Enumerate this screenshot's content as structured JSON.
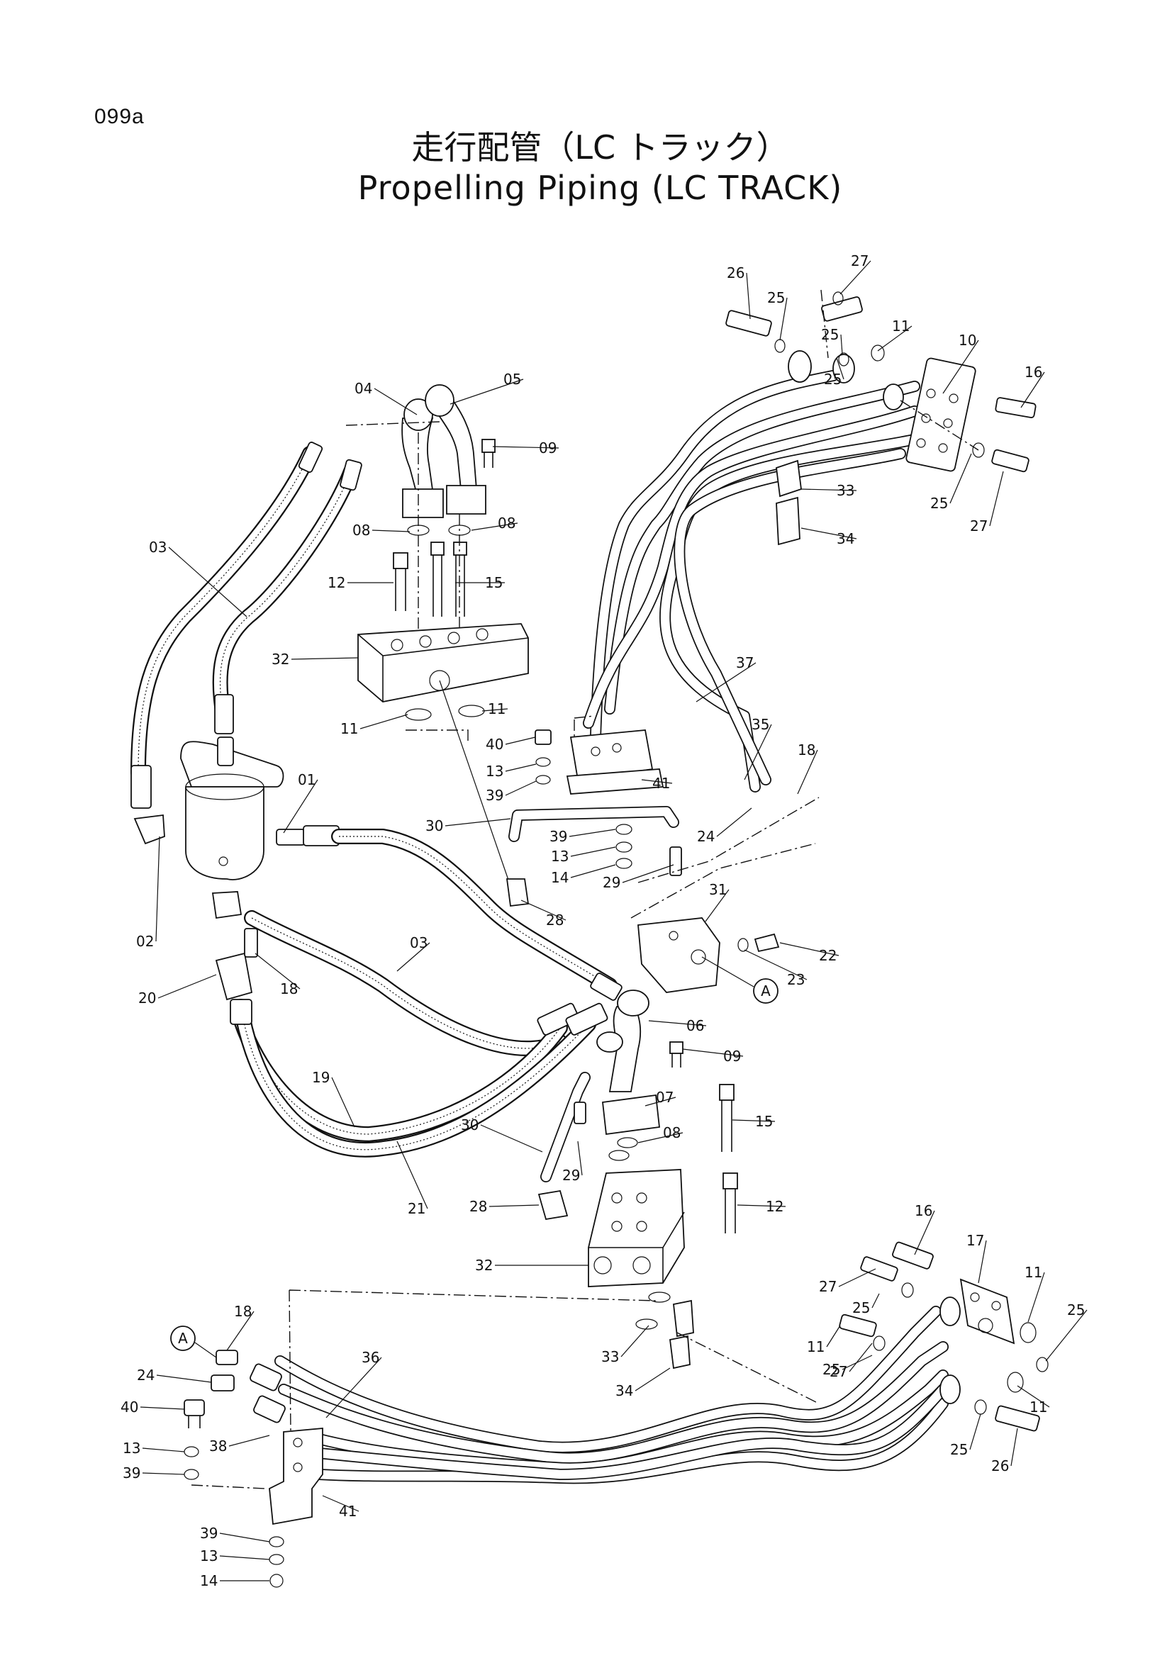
{
  "page_code": "099a",
  "title_ja": "走行配管（LC トラック）",
  "title_en": "Propelling Piping (LC TRACK)",
  "reference_marker": "A",
  "callouts": [
    {
      "label": "26"
    },
    {
      "label": "25"
    },
    {
      "label": "27"
    },
    {
      "label": "25"
    },
    {
      "label": "25"
    },
    {
      "label": "11"
    },
    {
      "label": "10"
    },
    {
      "label": "16"
    },
    {
      "label": "04"
    },
    {
      "label": "05"
    },
    {
      "label": "09"
    },
    {
      "label": "08"
    },
    {
      "label": "08"
    },
    {
      "label": "03"
    },
    {
      "label": "12"
    },
    {
      "label": "15"
    },
    {
      "label": "33"
    },
    {
      "label": "34"
    },
    {
      "label": "25"
    },
    {
      "label": "27"
    },
    {
      "label": "32"
    },
    {
      "label": "11"
    },
    {
      "label": "11"
    },
    {
      "label": "37"
    },
    {
      "label": "40"
    },
    {
      "label": "13"
    },
    {
      "label": "39"
    },
    {
      "label": "41"
    },
    {
      "label": "35"
    },
    {
      "label": "18"
    },
    {
      "label": "01"
    },
    {
      "label": "30"
    },
    {
      "label": "39"
    },
    {
      "label": "13"
    },
    {
      "label": "14"
    },
    {
      "label": "29"
    },
    {
      "label": "24"
    },
    {
      "label": "02"
    },
    {
      "label": "03"
    },
    {
      "label": "28"
    },
    {
      "label": "31"
    },
    {
      "label": "22"
    },
    {
      "label": "23"
    },
    {
      "label": "20"
    },
    {
      "label": "18"
    },
    {
      "label": "06"
    },
    {
      "label": "09"
    },
    {
      "label": "19"
    },
    {
      "label": "07"
    },
    {
      "label": "15"
    },
    {
      "label": "30"
    },
    {
      "label": "08"
    },
    {
      "label": "29"
    },
    {
      "label": "21"
    },
    {
      "label": "28"
    },
    {
      "label": "12"
    },
    {
      "label": "16"
    },
    {
      "label": "17"
    },
    {
      "label": "32"
    },
    {
      "label": "27"
    },
    {
      "label": "25"
    },
    {
      "label": "11"
    },
    {
      "label": "25"
    },
    {
      "label": "11"
    },
    {
      "label": "27"
    },
    {
      "label": "33"
    },
    {
      "label": "25"
    },
    {
      "label": "18"
    },
    {
      "label": "36"
    },
    {
      "label": "24"
    },
    {
      "label": "34"
    },
    {
      "label": "11"
    },
    {
      "label": "40"
    },
    {
      "label": "38"
    },
    {
      "label": "13"
    },
    {
      "label": "25"
    },
    {
      "label": "26"
    },
    {
      "label": "39"
    },
    {
      "label": "41"
    },
    {
      "label": "39"
    },
    {
      "label": "13"
    },
    {
      "label": "14"
    }
  ]
}
